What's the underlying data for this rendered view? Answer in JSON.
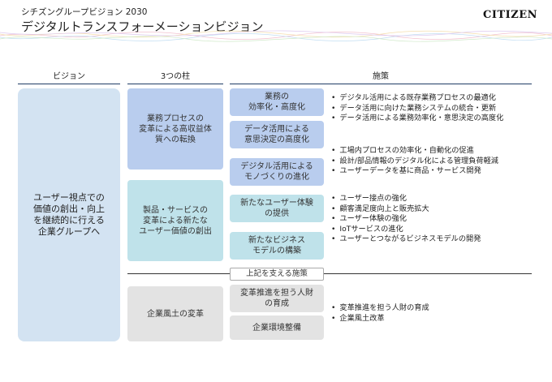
{
  "header": {
    "pre_title": "シチズングループビジョン 2030",
    "title": "デジタルトランスフォーメーションビジョン",
    "logo": "CITIZEN"
  },
  "columns": {
    "vision": "ビジョン",
    "pillars": "3つの柱",
    "measures": "施策"
  },
  "vision_text": "ユーザー視点での\n価値の創出・向上\nを継続的に行える\n企業グループへ",
  "pillars": [
    "業務プロセスの\n変革による高収益体\n質への転換",
    "製品・サービスの\n変革による新たな\nユーザー価値の創出",
    "企業風土の変革"
  ],
  "measures": [
    "業務の\n効率化・高度化",
    "データ活用による\n意思決定の高度化",
    "デジタル活用による\nモノづくりの進化",
    "新たなユーザー体験\nの提供",
    "新たなビジネス\nモデルの構築",
    "変革推進を担う人財\nの育成",
    "企業環境整備"
  ],
  "support_label": "上記を支える施策",
  "bullets_group1": [
    "デジタル活用による既存業務プロセスの最適化",
    "データ活用に向けた業務システムの統合・更新",
    "データ活用による業務効率化・意思決定の高度化"
  ],
  "bullets_group2": [
    "工場内プロセスの効率化・自動化の促進",
    "設計/部品情報のデジタル化による管理負荷軽減",
    "ユーザーデータを基に商品・サービス開発"
  ],
  "bullets_group3": [
    "ユーザー接点の強化",
    "顧客満足度向上と販売拡大",
    "ユーザー体験の強化",
    "IoTサービスの進化",
    "ユーザーとつながるビジネスモデルの開発"
  ],
  "bullets_group4": [
    "変革推進を担う人財の育成",
    "企業風土改革"
  ],
  "colors": {
    "vision": "#d3e3f2",
    "pillar_blue": "#b9cdee",
    "pillar_teal": "#bfe2ea",
    "pillar_gray": "#e3e3e3",
    "header_line": "#1f3d66"
  }
}
